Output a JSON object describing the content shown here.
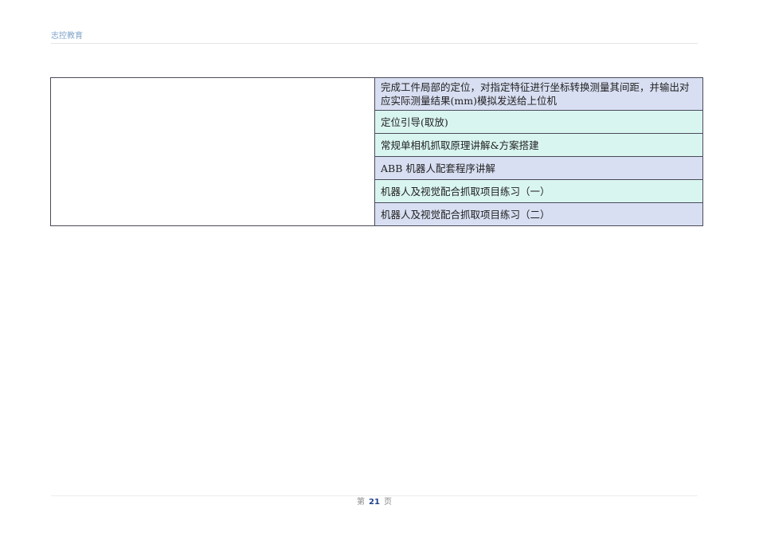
{
  "header": {
    "title": "志控教育"
  },
  "table": {
    "rows": [
      {
        "text": "完成工件局部的定位，对指定特征进行坐标转换测量其间距，并输出对应实际测量结果(mm)模拟发送给上位机"
      },
      {
        "text": "定位引导(取放)"
      },
      {
        "text": "常规单相机抓取原理讲解&方案搭建"
      },
      {
        "text": "ABB 机器人配套程序讲解"
      },
      {
        "text": "机器人及视觉配合抓取项目练习（一）"
      },
      {
        "text": "机器人及视觉配合抓取项目练习（二）"
      }
    ]
  },
  "footer": {
    "prefix": "第",
    "page_number": "21",
    "suffix": "页"
  },
  "colors": {
    "row_blue": "#d8dff2",
    "row_cyan": "#d9f5f0",
    "header_text": "#7ea3c8",
    "page_number": "#1f3f8f"
  }
}
